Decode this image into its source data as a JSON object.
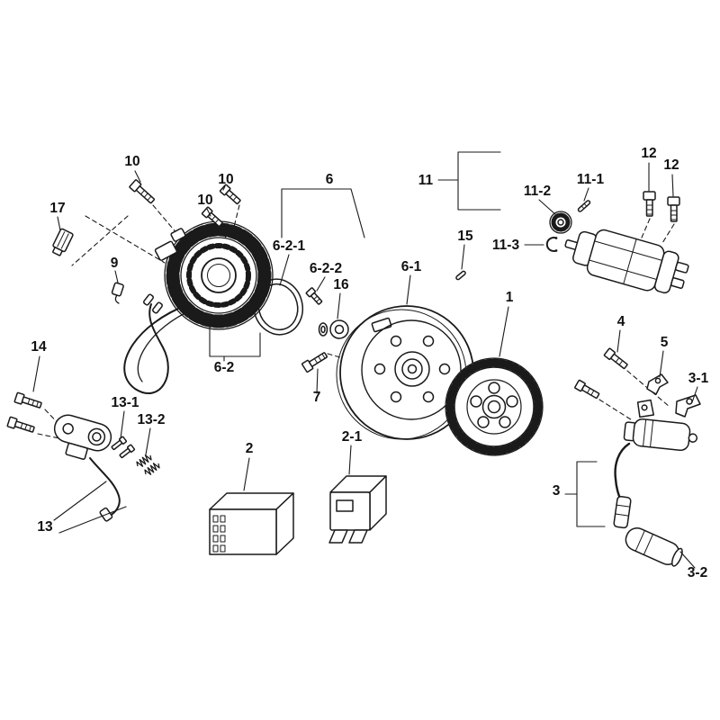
{
  "diagram": {
    "background_color": "#ffffff",
    "line_color": "#1a1a1a",
    "label_color": "#111111",
    "labels": [
      {
        "text": "10"
      },
      {
        "text": "10"
      },
      {
        "text": "10"
      },
      {
        "text": "17"
      },
      {
        "text": "9"
      },
      {
        "text": "6"
      },
      {
        "text": "6-2-1"
      },
      {
        "text": "6-2-2"
      },
      {
        "text": "16"
      },
      {
        "text": "6-2"
      },
      {
        "text": "6-1"
      },
      {
        "text": "15"
      },
      {
        "text": "11"
      },
      {
        "text": "11-2"
      },
      {
        "text": "11-1"
      },
      {
        "text": "11-3"
      },
      {
        "text": "12"
      },
      {
        "text": "12"
      },
      {
        "text": "1"
      },
      {
        "text": "7"
      },
      {
        "text": "14"
      },
      {
        "text": "13-1"
      },
      {
        "text": "13-2"
      },
      {
        "text": "13"
      },
      {
        "text": "2"
      },
      {
        "text": "2-1"
      },
      {
        "text": "4"
      },
      {
        "text": "5"
      },
      {
        "text": "3-1"
      },
      {
        "text": "3"
      },
      {
        "text": "3-2"
      }
    ]
  }
}
